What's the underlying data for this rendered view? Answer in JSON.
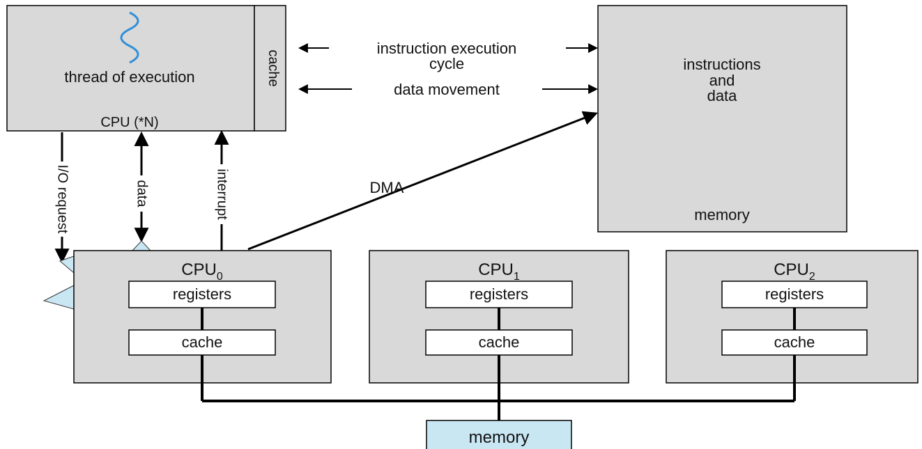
{
  "cpu_top": {
    "thread_label": "thread of execution",
    "cache_label": "cache",
    "cpu_label": "CPU (*N)"
  },
  "memory_top": {
    "line1": "instructions",
    "line2": "and",
    "line3": "data",
    "bottom_label": "memory"
  },
  "arrows": {
    "instruction_cycle_line1": "instruction execution",
    "instruction_cycle_line2": "cycle",
    "data_movement": "data movement",
    "dma": "DMA",
    "io_request": "I/O request",
    "data": "data",
    "interrupt": "interrupt"
  },
  "cpus": [
    {
      "name": "CPU",
      "subscript": "0",
      "registers_label": "registers",
      "cache_label": "cache"
    },
    {
      "name": "CPU",
      "subscript": "1",
      "registers_label": "registers",
      "cache_label": "cache"
    },
    {
      "name": "CPU",
      "subscript": "2",
      "registers_label": "registers",
      "cache_label": "cache"
    }
  ],
  "bottom_memory": {
    "label": "memory"
  },
  "colors": {
    "box_fill": "#d9d9d9",
    "memory_fill": "#c9e6f3",
    "thread_wave": "#2f8fd6"
  },
  "icons": {
    "thread_wave": "wave-icon"
  }
}
